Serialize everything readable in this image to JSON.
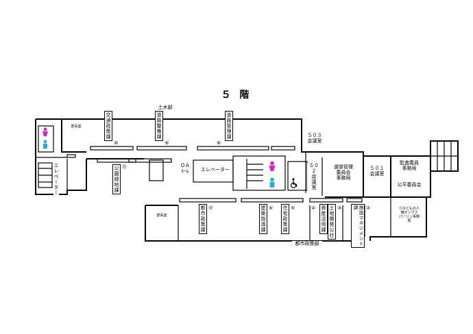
{
  "title": "５ 階",
  "labels": {
    "doboku": "土木部",
    "toshi_seisaku": "都市政策部",
    "buchoshitsu_top": "部長室",
    "buchoshitsu_bottom": "部長室",
    "elevator_left": "エレベーター",
    "elevator_center": "エレベーター",
    "oa_room": "ＯＡ\nﾙｰﾑ",
    "kaigi_503": "５０３\n会議室",
    "kaigi_502": "５０２\n会\n議\n室",
    "senkyo": "選挙管理\n委員会\n事務局",
    "kaigi_501": "５０１\n会議室",
    "kansa": "監査委員\n事務局",
    "kohei": "公平委員会",
    "ombuds": "⑪子どもの人\n権オンブズ\nパーソン事務\n局"
  },
  "departments": [
    {
      "name": "交通政策課",
      "num": "⑩"
    },
    {
      "name": "道路整備課",
      "num": "⑨"
    },
    {
      "name": "道路管理課",
      "num": "⑧"
    },
    {
      "name": "公園緑地課",
      "num": "⑪"
    },
    {
      "name": "都市政策課",
      "num": "⑦"
    },
    {
      "name": "建築指導課",
      "num": "⑥"
    },
    {
      "name": "住宅政策課",
      "num": "⑤"
    },
    {
      "name": "資産活用課",
      "num": "④"
    },
    {
      "name": "土地開発公社",
      "num": "③"
    },
    {
      "name": "施設マネジメント課",
      "num": "②"
    }
  ],
  "icons": {
    "female_top": "female-restroom-icon",
    "male_top": "male-restroom-icon",
    "female_center": "female-restroom-icon",
    "male_center": "male-restroom-icon",
    "accessible": "wheelchair-icon"
  },
  "colors": {
    "female": "#e020c8",
    "male": "#20b0e0",
    "line": "#000000"
  }
}
